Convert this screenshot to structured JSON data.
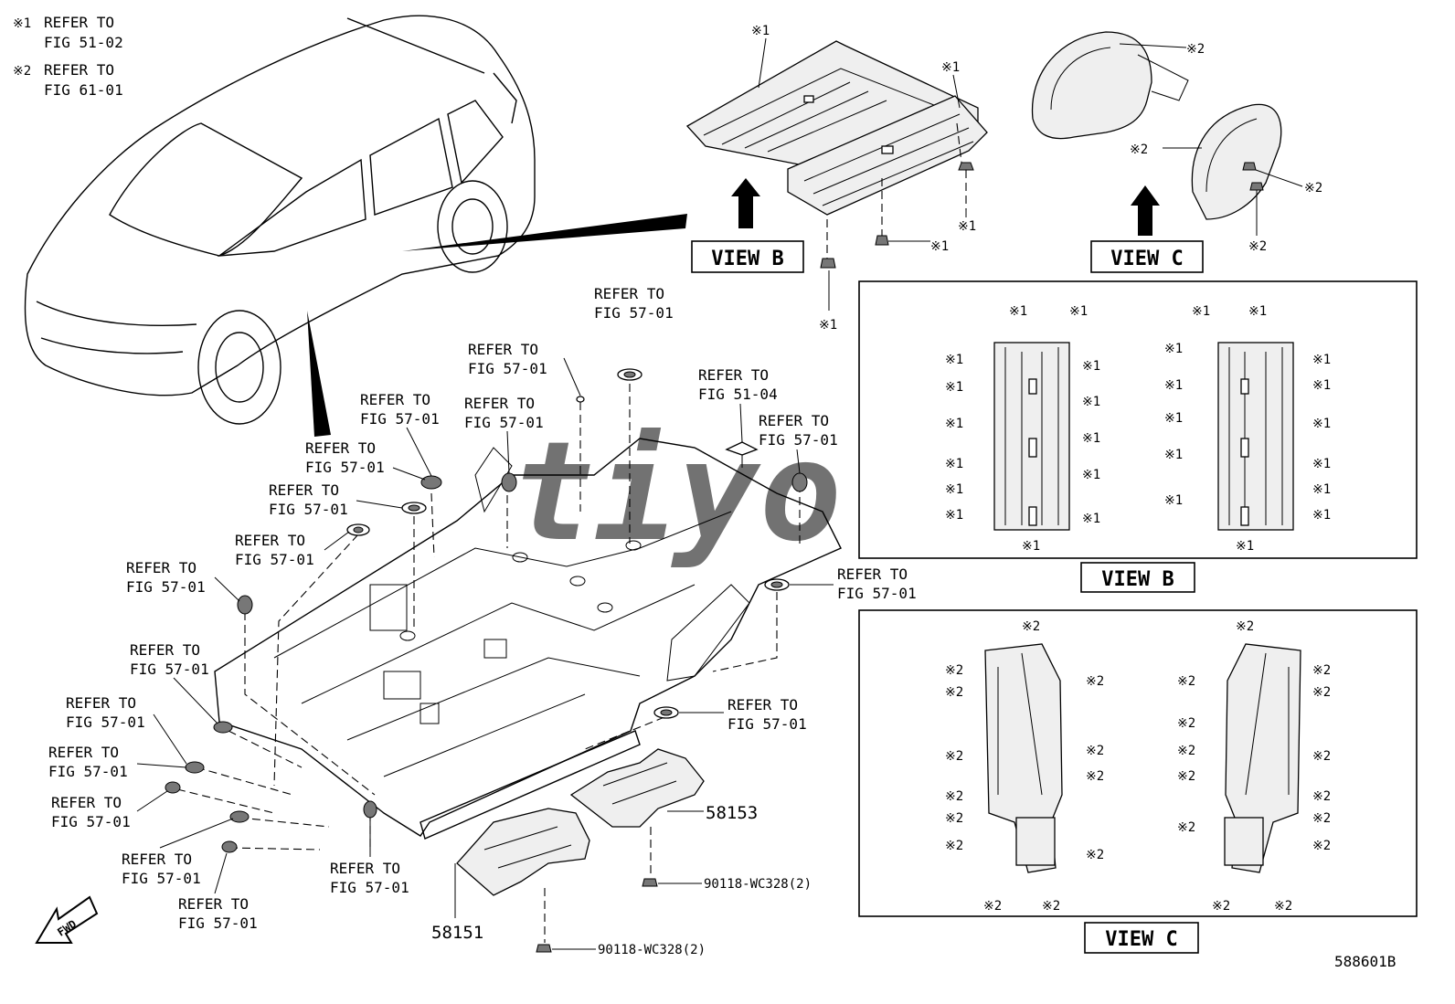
{
  "notes": [
    {
      "mark": "※1",
      "text1": "REFER TO",
      "text2": "FIG 51-02"
    },
    {
      "mark": "※2",
      "text1": "REFER TO",
      "text2": "FIG 61-01"
    }
  ],
  "views": {
    "view_b": "VIEW B",
    "view_c": "VIEW C"
  },
  "marks": {
    "m1": "※1",
    "m2": "※2"
  },
  "refer": {
    "line1": "REFER TO",
    "fig_57_01": "FIG 57-01",
    "fig_51_04": "FIG 51-04"
  },
  "parts": {
    "p58153": "58153",
    "p58151": "58151",
    "bolt1": "90118-WC328(2)",
    "bolt2": "90118-WC328(2)"
  },
  "fwd": "FWD",
  "watermark": "tiyo",
  "diagram_id": "588601B"
}
